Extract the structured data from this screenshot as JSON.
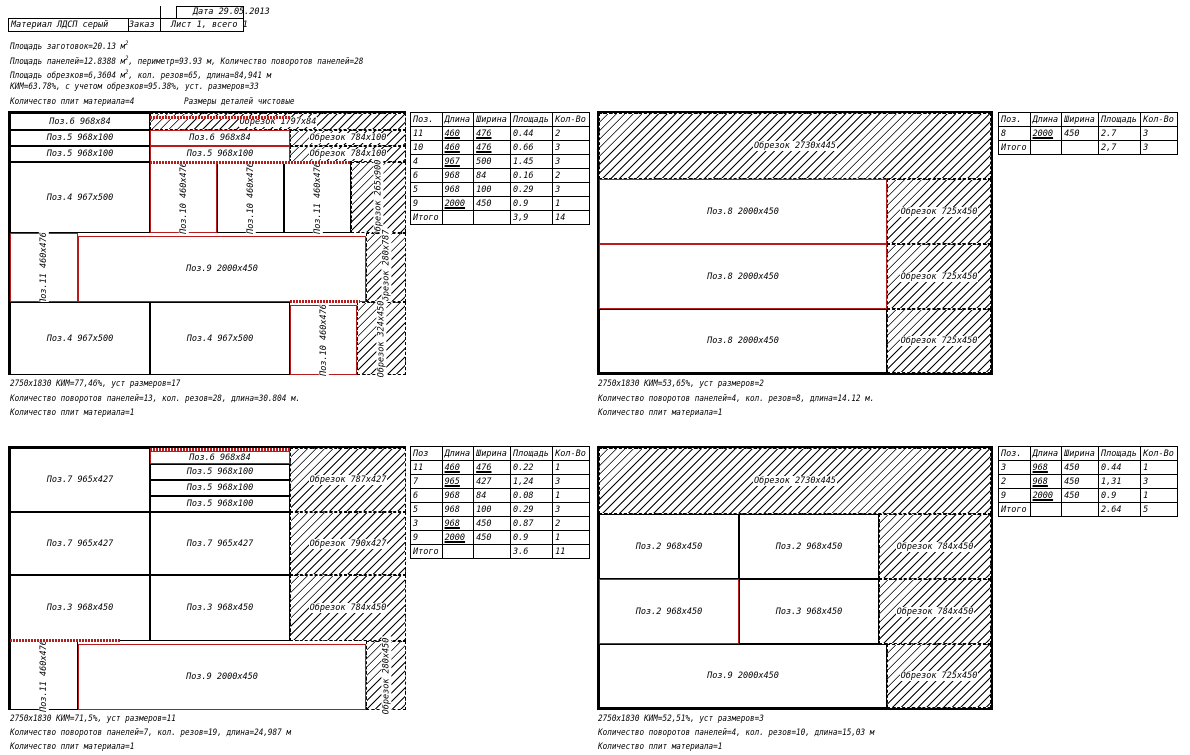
{
  "header": {
    "date": "Дата 29.05.2013",
    "material": "Материал ЛДСП серый",
    "order": "Заказ",
    "sheet_info": "Лист 1, всего 1"
  },
  "summary": {
    "line1": "Площадь заготовок=20.13 м",
    "line2": "Площадь панелей=12.8388 м, периметр=93.93 м, Количество поворотов панелей=28",
    "line3": "Площадь обрезков=6,3604 м, кол. резов=65, длина=84,941 м",
    "line4": "КИМ=63.78%, с учетом обрезков=95.38%, уст. размеров=33",
    "line5": "Количество плит материала=4",
    "line5b": "Размеры деталей чистовые"
  },
  "tables": [
    {
      "header": [
        "Поз.",
        "Длина",
        "Ширина",
        "Площадь",
        "Кол-Во"
      ],
      "rows": [
        [
          "11",
          "460",
          "476",
          "0.44",
          "2"
        ],
        [
          "10",
          "460",
          "476",
          "0.66",
          "3"
        ],
        [
          "4",
          "967",
          "500",
          "1.45",
          "3"
        ],
        [
          "6",
          "968",
          "84",
          "0.16",
          "2"
        ],
        [
          "5",
          "968",
          "100",
          "0.29",
          "3"
        ],
        [
          "9",
          "2000",
          "450",
          "0.9",
          "1"
        ]
      ],
      "total": [
        "Итого",
        "",
        "",
        "3,9",
        "14"
      ]
    },
    {
      "header": [
        "Поз.",
        "Длина",
        "Ширина",
        "Площадь",
        "Кол-Во"
      ],
      "rows": [
        [
          "8",
          "2000",
          "450",
          "2.7",
          "3"
        ]
      ],
      "total": [
        "Итого",
        "",
        "",
        "2,7",
        "3"
      ]
    },
    {
      "header": [
        "Поз",
        "Длина",
        "Ширина",
        "Площадь",
        "Кол-Во"
      ],
      "rows": [
        [
          "11",
          "460",
          "476",
          "0.22",
          "1"
        ],
        [
          "7",
          "965",
          "427",
          "1,24",
          "3"
        ],
        [
          "6",
          "968",
          "84",
          "0.08",
          "1"
        ],
        [
          "5",
          "968",
          "100",
          "0.29",
          "3"
        ],
        [
          "3",
          "968",
          "450",
          "0.87",
          "2"
        ],
        [
          "9",
          "2000",
          "450",
          "0.9",
          "1"
        ]
      ],
      "total": [
        "Итого",
        "",
        "",
        "3.6",
        "11"
      ]
    },
    {
      "header": [
        "Поз.",
        "Длина",
        "Ширина",
        "Площадь",
        "Кол-Во"
      ],
      "rows": [
        [
          "3",
          "968",
          "450",
          "0.44",
          "1"
        ],
        [
          "2",
          "968",
          "450",
          "1,31",
          "3"
        ],
        [
          "9",
          "2000",
          "450",
          "0.9",
          "1"
        ]
      ],
      "total": [
        "Итого",
        "",
        "",
        "2.64",
        "5"
      ]
    }
  ],
  "sheets": [
    {
      "stats1": "2750x1830 КИМ=77,46%, уст размеров=17",
      "stats2": "Количество поворотов панелей=13, кол. резов=28, длина=30.804 м.",
      "stats3": "Количество плит материала=1",
      "labels": {
        "p6": "Поз.6 968x84",
        "p5a": "Поз.5 968x100",
        "p5b": "Поз.5 968x100",
        "w1": "Обрезок 1797x84",
        "p6b": "Поз.6 968x84",
        "w2": "Обрезок 784x100",
        "p5c": "Поз.5 968x100",
        "w3": "Обрезок 784x100",
        "p4a": "Поз.4 967x500",
        "p10a": "Поз.10 460x476",
        "p10b": "Поз.10 460x476",
        "p11a": "Поз.11 460x476",
        "w4": "Обрезок 265x900",
        "p11b": "Поз.11 460x476",
        "p9": "Поз.9 2000x450",
        "w5": "Обрезок 280x787",
        "p4b": "Поз.4 967x500",
        "p4c": "Поз.4 967x500",
        "p10c": "Поз.10 460x476",
        "w6": "Обрезок 324x450"
      }
    },
    {
      "stats1": "2750x1830 КИМ=53,65%, уст размеров=2",
      "stats2": "Количество поворотов панелей=4, кол. резов=8, длина=14.12 м.",
      "stats3": "Количество плит материала=1",
      "labels": {
        "w1": "Обрезок 2730x445",
        "p8a": "Поз.8 2000x450",
        "w2": "Обрезок 725x450",
        "p8b": "Поз.8 2000x450",
        "w3": "Обрезок 725x450",
        "p8c": "Поз.8 2000x450",
        "w4": "Обрезок 725x450"
      }
    },
    {
      "stats1": "2750x1830 КИМ=71,5%, уст размеров=11",
      "stats2": "Количество поворотов панелей=7, кол. резов=19, длина=24,987 м",
      "stats3": "Количество плит материала=1",
      "labels": {
        "p7a": "Поз.7 965x427",
        "p6": "Поз.6 968x84",
        "p5a": "Поз.5 968x100",
        "p5b": "Поз.5 968x100",
        "p5c": "Поз.5 968x100",
        "w1": "Обрезок 787x427",
        "p7b": "Поз.7 965x427",
        "p7c": "Поз.7 965x427",
        "w2": "Обрезок 790x427",
        "p3a": "Поз.3 968x450",
        "p3b": "Поз.3 968x450",
        "w3": "Обрезок 784x450",
        "p11": "Поз.11 460x476",
        "p9": "Поз.9 2000x450",
        "w4": "Обрезок 280x450"
      }
    },
    {
      "stats1": "2750x1830 КИМ=52,51%, уст размеров=3",
      "stats2": "Количество поворотов панелей=4, кол. резов=10, длина=15,03 м",
      "stats3": "Количество плит материала=1",
      "labels": {
        "w1": "Обрезок 2730x445",
        "p2a": "Поз.2 968x450",
        "p2b": "Поз.2 968x450",
        "w2": "Обрезок 784x450",
        "p2c": "Поз.2 968x450",
        "p3": "Поз.3 968x450",
        "w3": "Обрезок 784x450",
        "p9": "Поз.9 2000x450",
        "w4": "Обрезок 725x450"
      }
    }
  ]
}
